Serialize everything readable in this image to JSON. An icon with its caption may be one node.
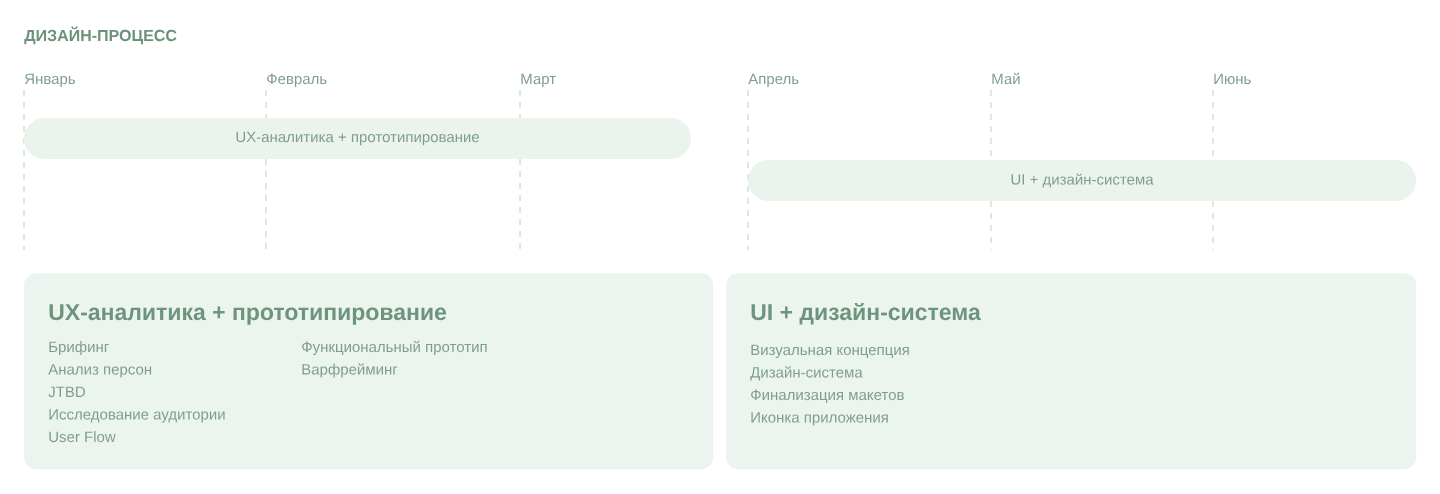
{
  "diagram": {
    "title": "ДИЗАЙН-ПРОЦЕСС",
    "nodes": [
      {
        "text": [
          "UX-аналитика + прототипирование"
        ]
      },
      {
        "text": [
          "UI + дизайн-система"
        ]
      },
      {
        "text": [
          "UX-аналитика + прототипирование",
          "Брифинг",
          "Анализ персон",
          "JTBD",
          "Исследование аудитории",
          "User Flow",
          "Функциональный прототип",
          "Варфрейминг"
        ]
      },
      {
        "text": [
          "UI + дизайн-система",
          "Визуальная концепция",
          "Дизайн-система",
          "Финализация макетов",
          "Иконка приложения"
        ]
      }
    ],
    "labels": [
      "Январь",
      "Февраль",
      "Март",
      "Апрель",
      "Май",
      "Июнь"
    ]
  }
}
